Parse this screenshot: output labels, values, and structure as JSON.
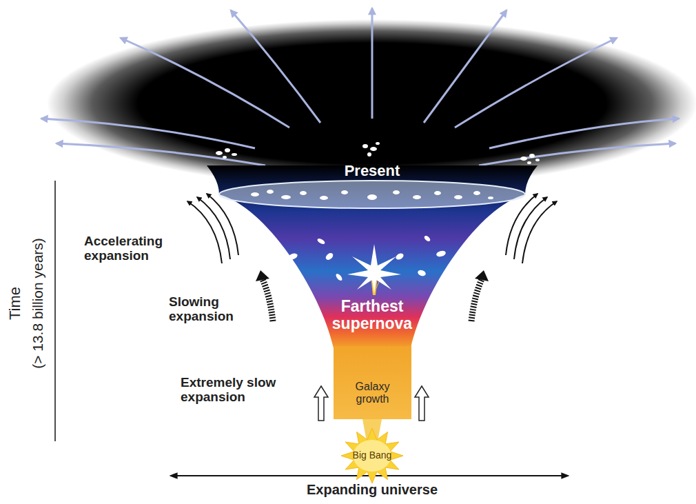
{
  "diagram": {
    "nodes": [
      {
        "text": [
          "Galaxy growth"
        ]
      },
      {
        "text": [
          "Big Bang"
        ]
      }
    ],
    "labels": [
      "Time",
      "(> 13.8 billion years)",
      "Present",
      "Accelerating expansion",
      "Slowing expansion",
      "Farthest supernova",
      "Extremely slow expansion",
      "Expanding universe"
    ]
  }
}
